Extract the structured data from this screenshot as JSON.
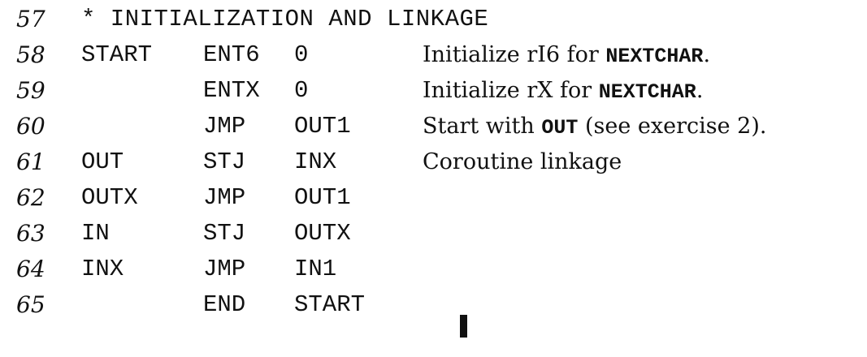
{
  "lines": [
    {
      "num": "57",
      "heading": "* INITIALIZATION AND LINKAGE"
    },
    {
      "num": "58",
      "loc": "START",
      "op": "ENT6",
      "addr": "0",
      "c_pre": "Initialize rI6 for ",
      "c_kw": "NEXTCHAR",
      "c_post": "."
    },
    {
      "num": "59",
      "loc": "",
      "op": "ENTX",
      "addr": "0",
      "c_pre": "Initialize rX for ",
      "c_kw": "NEXTCHAR",
      "c_post": "."
    },
    {
      "num": "60",
      "loc": "",
      "op": "JMP",
      "addr": "OUT1",
      "c_pre": "Start with ",
      "c_kw": "OUT",
      "c_post": " (see exercise 2)."
    },
    {
      "num": "61",
      "loc": "OUT",
      "op": "STJ",
      "addr": "INX",
      "c_pre": "Coroutine linkage",
      "c_kw": "",
      "c_post": ""
    },
    {
      "num": "62",
      "loc": "OUTX",
      "op": "JMP",
      "addr": "OUT1"
    },
    {
      "num": "63",
      "loc": "IN",
      "op": "STJ",
      "addr": "OUTX"
    },
    {
      "num": "64",
      "loc": "INX",
      "op": "JMP",
      "addr": "IN1"
    },
    {
      "num": "65",
      "loc": "",
      "op": "END",
      "addr": "START"
    }
  ]
}
